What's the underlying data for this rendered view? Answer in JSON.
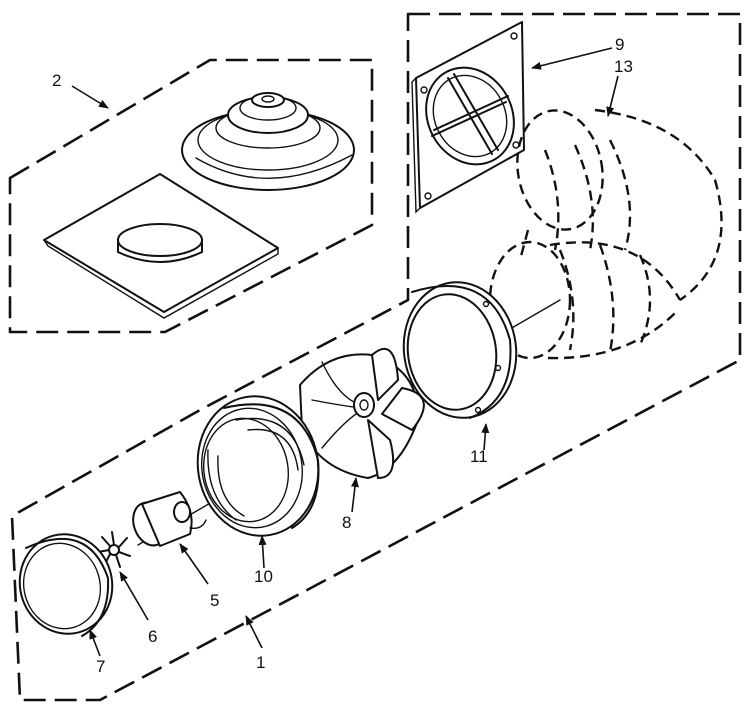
{
  "callouts": {
    "c1": "1",
    "c2": "2",
    "c5": "5",
    "c6": "6",
    "c7": "7",
    "c8": "8",
    "c9": "9",
    "c10": "10",
    "c11": "11",
    "c13": "13"
  }
}
